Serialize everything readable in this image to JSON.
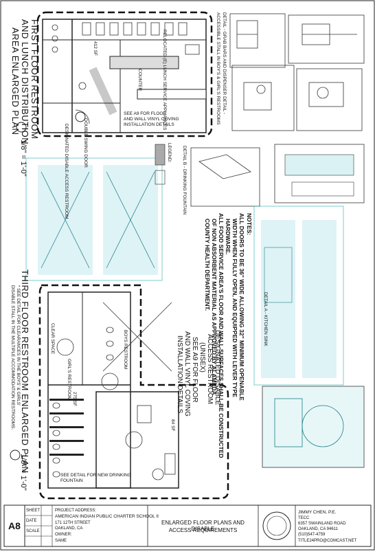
{
  "plan1": {
    "title_line1": "FIRST FLOOR RESTROOM",
    "title_line2": "AND LUNCH DISTRIBUTION",
    "title_line3": "AREA ENLARGED PLAN",
    "scale": "1/8\" = 1'-0\"",
    "label_relocated": "RELOCATED (E) LUNCH SERVICE APPLIANCES",
    "label_area": "412 SF",
    "label_counter": "COUNTER",
    "label_see_a9_l1": "SEE A9 FOR FLOOR",
    "label_see_a9_l2": "AND WALL VINYL COVING",
    "label_see_a9_l3": "INSTALLATION DETAILS",
    "label_designated": "DESIGNATED DISABLE ACCESS RESTROOM",
    "label_door": "DOUBLE SWING DOOR"
  },
  "plan3": {
    "title": "THIRD FLOOR RESTROOM ENLARGED PLAN",
    "scale": "1/8\" = 1'-0\"",
    "note_l1": "* SEE DETAIL  FOR CLEARANCES IN THE BOYS' & GIRLS'",
    "note_l2": "DISABLE STALL IN THE MULTIPLE ACCOMMODATION RESTROOMS.",
    "label_designated_l1": "DESIGNATED DISABLE",
    "label_designated_l2": "ACCESS RESTROOM",
    "label_designated_l3": "(UNISEX)",
    "label_see_a9_l1": "SEE A9 FOR FLOOR",
    "label_see_a9_l2": "AND WALL VINYL COVING",
    "label_see_a9_l3": "INSTALLATION DETAILS",
    "label_boys": "BOYS RESTROOM",
    "label_girls": "GIRL'S RESTROOM",
    "label_area1": "275 SF",
    "label_area2": "84 SF",
    "label_fountain": "SEE DETAIL   FOR NEW DRINKING FOUNTAIN",
    "label_clear": "CLEAR SPACE"
  },
  "details": {
    "detail_top_l1": "DETAIL - GRAB BARS AND DISPENSER DETAIL -",
    "detail_top_l2": "ACCESSIBLE STALL IN BOY'S & GIRL'S RESTROOMS",
    "detail_b": "DETAIL B - DRINKING FOUNTAIN",
    "detail_a": "DETAIL A - KITCHEN SINK",
    "legend_title": "LEGEND:",
    "notes_title": "NOTES:",
    "note1_l1": "ALL DOORS TO BE 36\" WIDE ALLOWING 32\" MINIMUM OPENABLE",
    "note1_l2": "WIDTH WHEN FULLY OPEN, AND EQUIPPED WITH LEVER TYPE",
    "note1_l3": "HARDWARE.",
    "note2_l1": "ALL FOOD SERVICE AREA'S FLOOR AND WALL SURFACES SHALL BE CONSTRUCTED",
    "note2_l2": "OF NON ABSORBENT MATERIAL AS APPROVED BY ALAMEDA",
    "note2_l3": "COUNTY HEALTH DEPARTMENT."
  },
  "title_block": {
    "sheet_no": "A8",
    "project_label": "PROJECT ADDRESS:",
    "project_name": "AMERICAN INDIAN PUBLIC CHARTER SCHOOL II",
    "street": "171 12TH STREET",
    "city": "OAKLAND, CA",
    "owner_label": "OWNER:",
    "owner": "SAME",
    "sheet_title_l1": "ENLARGED FLOOR PLANS AND DISABLE",
    "sheet_title_l2": "ACCESS REQUIREMENTS",
    "arch_name": "JIMMY CHEN, P.E.",
    "arch_firm": "TECC",
    "arch_addr1": "6357 SWAINLAND ROAD",
    "arch_addr2": "OAKLAND, CA 94611",
    "arch_phone": "(510)547-4759",
    "arch_email": "TITLE24PRO@COMCAST.NET",
    "sheet_label": "SHEET",
    "date_label": "DATE",
    "scale_label": "SCALE"
  }
}
